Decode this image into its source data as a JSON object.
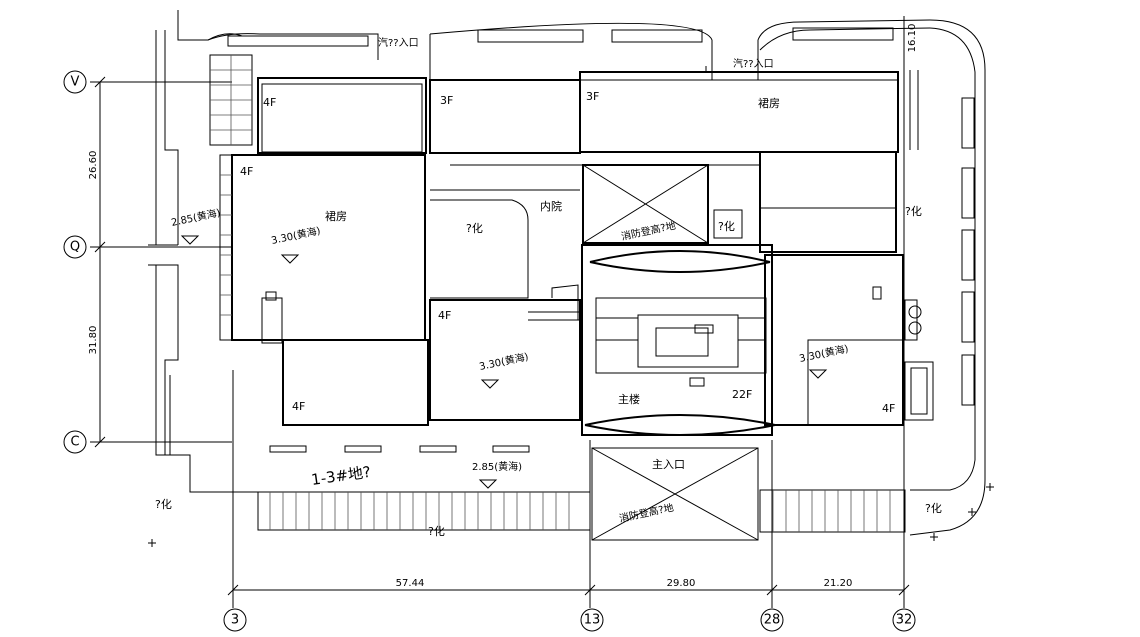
{
  "axes": {
    "left": [
      "V",
      "Q",
      "C"
    ],
    "bottom": [
      "3",
      "13",
      "28",
      "32"
    ]
  },
  "dimensions": {
    "left": [
      "26.60",
      "31.80"
    ],
    "bottom": [
      "57.44",
      "29.80",
      "21.20"
    ],
    "top_right": "16.10"
  },
  "labels": {
    "entrance_top_left": "汽??入口",
    "entrance_top_right": "汽??入口",
    "floors": {
      "nw_block": "4F",
      "n_block_mid": "3F",
      "n_block_right": "3F",
      "w_block": "4F",
      "sw_block": "4F",
      "s_block": "4F",
      "se_block": "4F",
      "tower": "22F"
    },
    "shop_top": "裙房",
    "shop_left": "裙房",
    "courtyard": "内院",
    "green_1": "?化",
    "green_2": "?化",
    "green_3": "?化",
    "green_4": "?化",
    "green_5": "?化",
    "green_6": "?化",
    "fire_site_top": "消防登高?地",
    "fire_site_bottom": "消防登高?地",
    "main_building": "主楼",
    "main_entrance": "主入口",
    "elev_1": "2.85(黄海)",
    "elev_2": "3.30(黄海)",
    "elev_3": "3.30(黄海)",
    "elev_4": "3.30(黄海)",
    "elev_5": "2.85(黄海)",
    "parking": "1-3#地?"
  }
}
